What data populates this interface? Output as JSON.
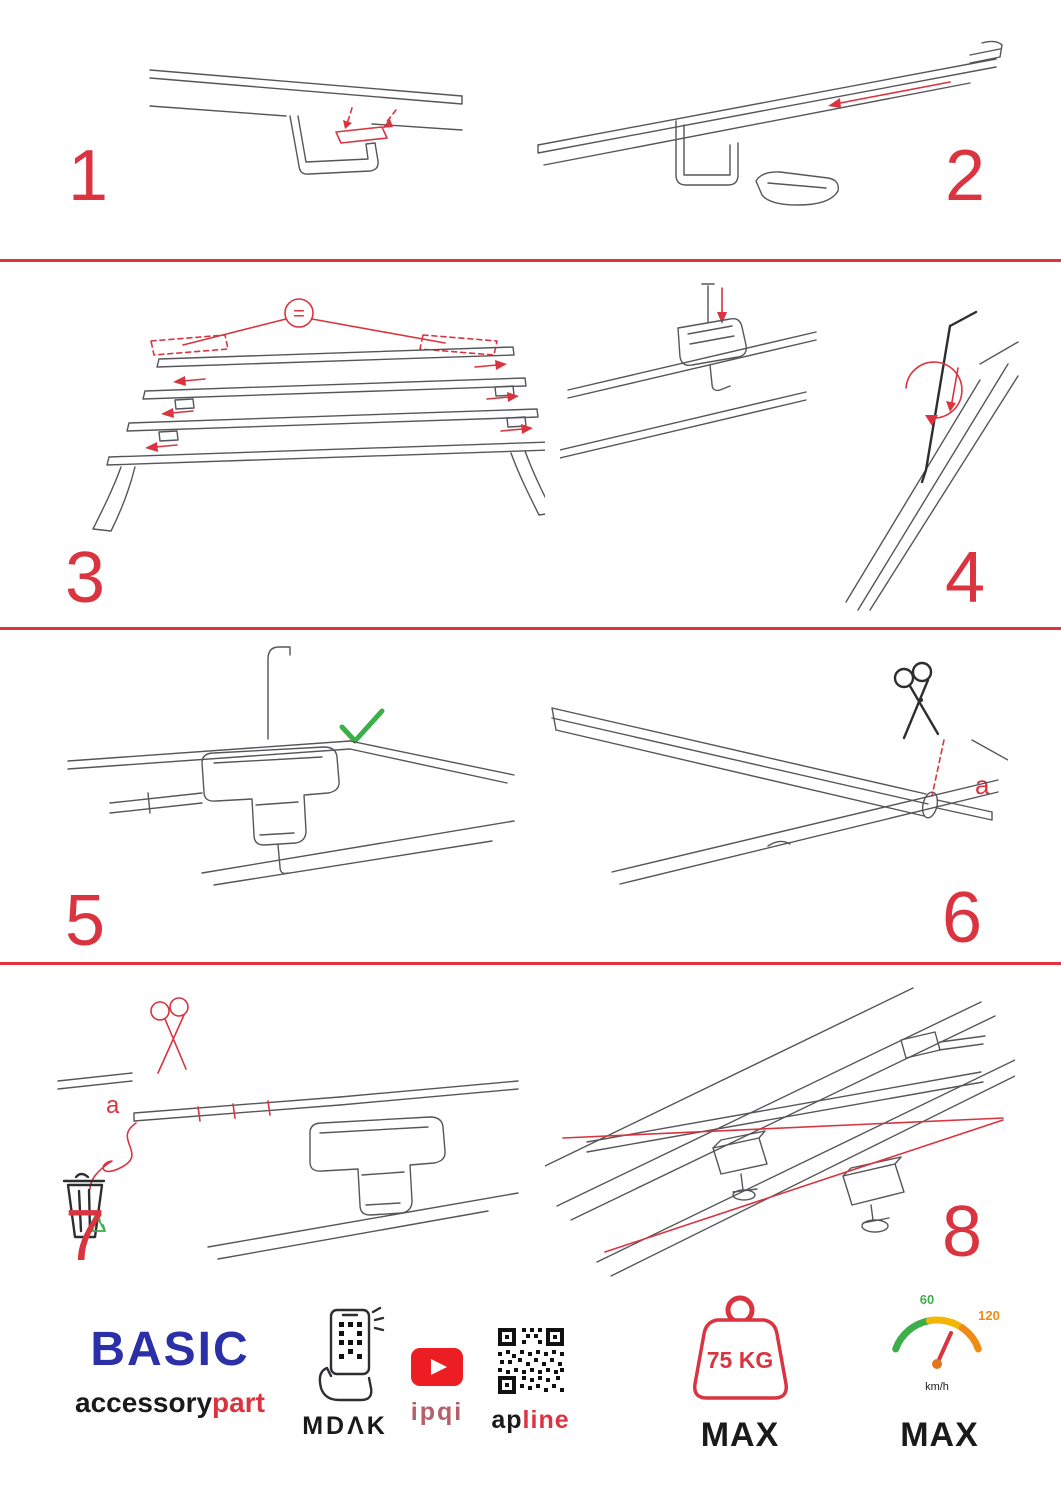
{
  "accent": "#d93440",
  "steps": [
    {
      "number": "1"
    },
    {
      "number": "2"
    },
    {
      "number": "3"
    },
    {
      "number": "4"
    },
    {
      "number": "5"
    },
    {
      "number": "6"
    },
    {
      "number": "7"
    },
    {
      "number": "8"
    }
  ],
  "annotations": {
    "equal_spacing": "=",
    "cut_label": "a",
    "check": "ok"
  },
  "footer": {
    "brand": {
      "title": "BASIC",
      "sub_black": "accessory",
      "sub_red": "part"
    },
    "partners": {
      "mdak": "MDΛK",
      "ipqi": "ipqi",
      "apline_black": "ap",
      "apline_red": "line"
    },
    "weight": {
      "value": "75 KG",
      "label": "MAX"
    },
    "speed": {
      "tick_low": "60",
      "tick_high": "120",
      "unit": "km/h",
      "label": "MAX"
    }
  }
}
